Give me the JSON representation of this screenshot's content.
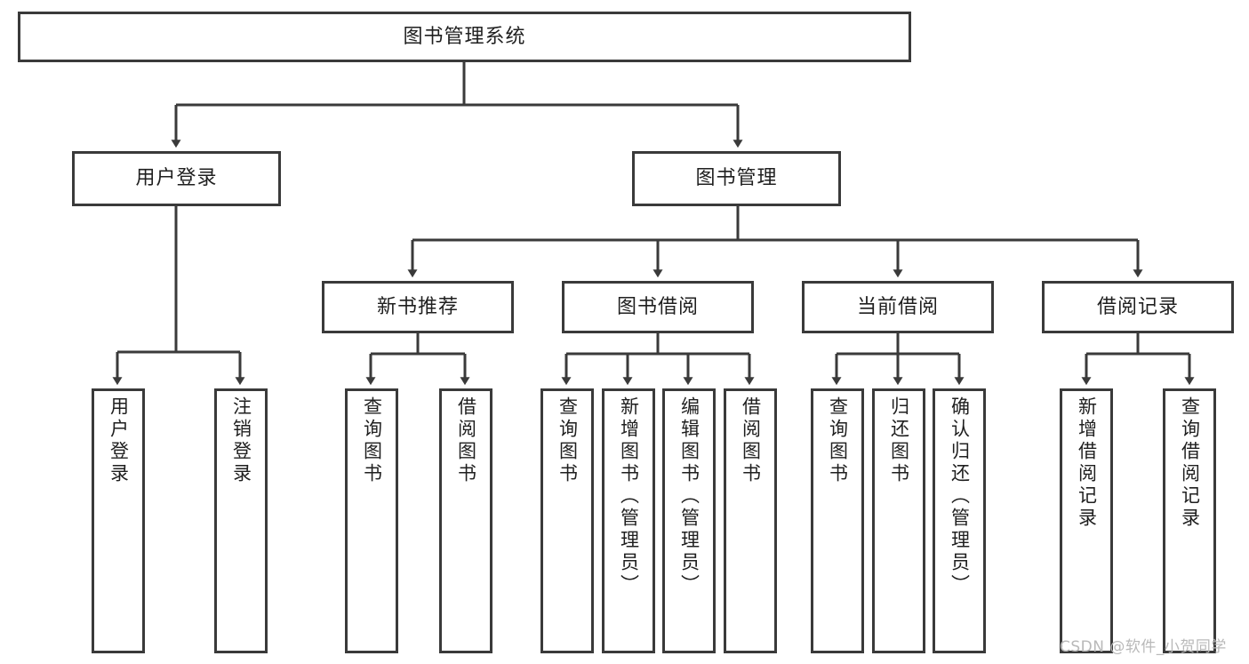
{
  "diagram": {
    "title": "图书管理系统",
    "type": "tree-hierarchy-chart",
    "root": {
      "label": "图书管理系统"
    },
    "branches": [
      {
        "label": "用户登录"
      },
      {
        "label": "图书管理"
      }
    ],
    "groups": [
      {
        "label": "新书推荐"
      },
      {
        "label": "图书借阅"
      },
      {
        "label": "当前借阅"
      },
      {
        "label": "借阅记录"
      }
    ],
    "leaves": {
      "user_login": [
        {
          "label": "用户登录"
        },
        {
          "label": "注销登录"
        }
      ],
      "new_book_recommend": [
        {
          "label": "查询图书"
        },
        {
          "label": "借阅图书"
        }
      ],
      "book_borrow": [
        {
          "label": "查询图书"
        },
        {
          "label": "新增图书（管理员）"
        },
        {
          "label": "编辑图书（管理员）"
        },
        {
          "label": "借阅图书"
        }
      ],
      "current_borrow": [
        {
          "label": "查询图书"
        },
        {
          "label": "归还图书"
        },
        {
          "label": "确认归还（管理员）"
        }
      ],
      "borrow_record": [
        {
          "label": "新增借阅记录"
        },
        {
          "label": "查询借阅记录"
        }
      ]
    }
  },
  "watermark": {
    "text": "CSDN @软件_小贺同学"
  },
  "colors": {
    "stroke": "#3a3a3a",
    "background": "#ffffff",
    "text": "#1f1f1f",
    "watermark": "#b9b9b9"
  }
}
